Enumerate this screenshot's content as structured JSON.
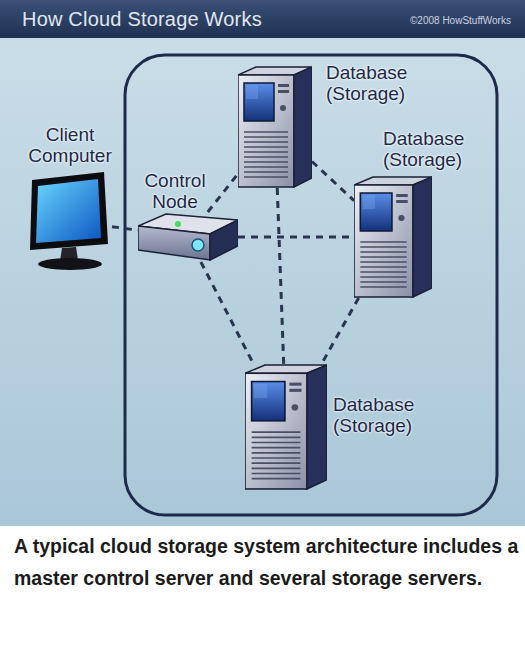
{
  "diagram": {
    "title": "How Cloud Storage Works",
    "caption": "A typical cloud storage system architecture includes a master control server and several storage servers.",
    "nodes": [
      {
        "text": [
          "Client Computer"
        ]
      },
      {
        "text": [
          "Control Node"
        ]
      },
      {
        "text": [
          "Database (Storage)"
        ]
      },
      {
        "text": [
          "Database (Storage)"
        ]
      },
      {
        "text": [
          "Database (Storage)"
        ]
      }
    ],
    "edges": [
      {
        "from": 0,
        "to": 1,
        "arrow": "none"
      },
      {
        "from": 1,
        "to": 2,
        "arrow": "none"
      },
      {
        "from": 1,
        "to": 3,
        "arrow": "none"
      },
      {
        "from": 1,
        "to": 4,
        "arrow": "none"
      },
      {
        "from": 2,
        "to": 3,
        "arrow": "none"
      },
      {
        "from": 2,
        "to": 4,
        "arrow": "none"
      },
      {
        "from": 3,
        "to": 4,
        "arrow": "none"
      }
    ],
    "labels": [
      "©2008 HowStuffWorks"
    ]
  }
}
